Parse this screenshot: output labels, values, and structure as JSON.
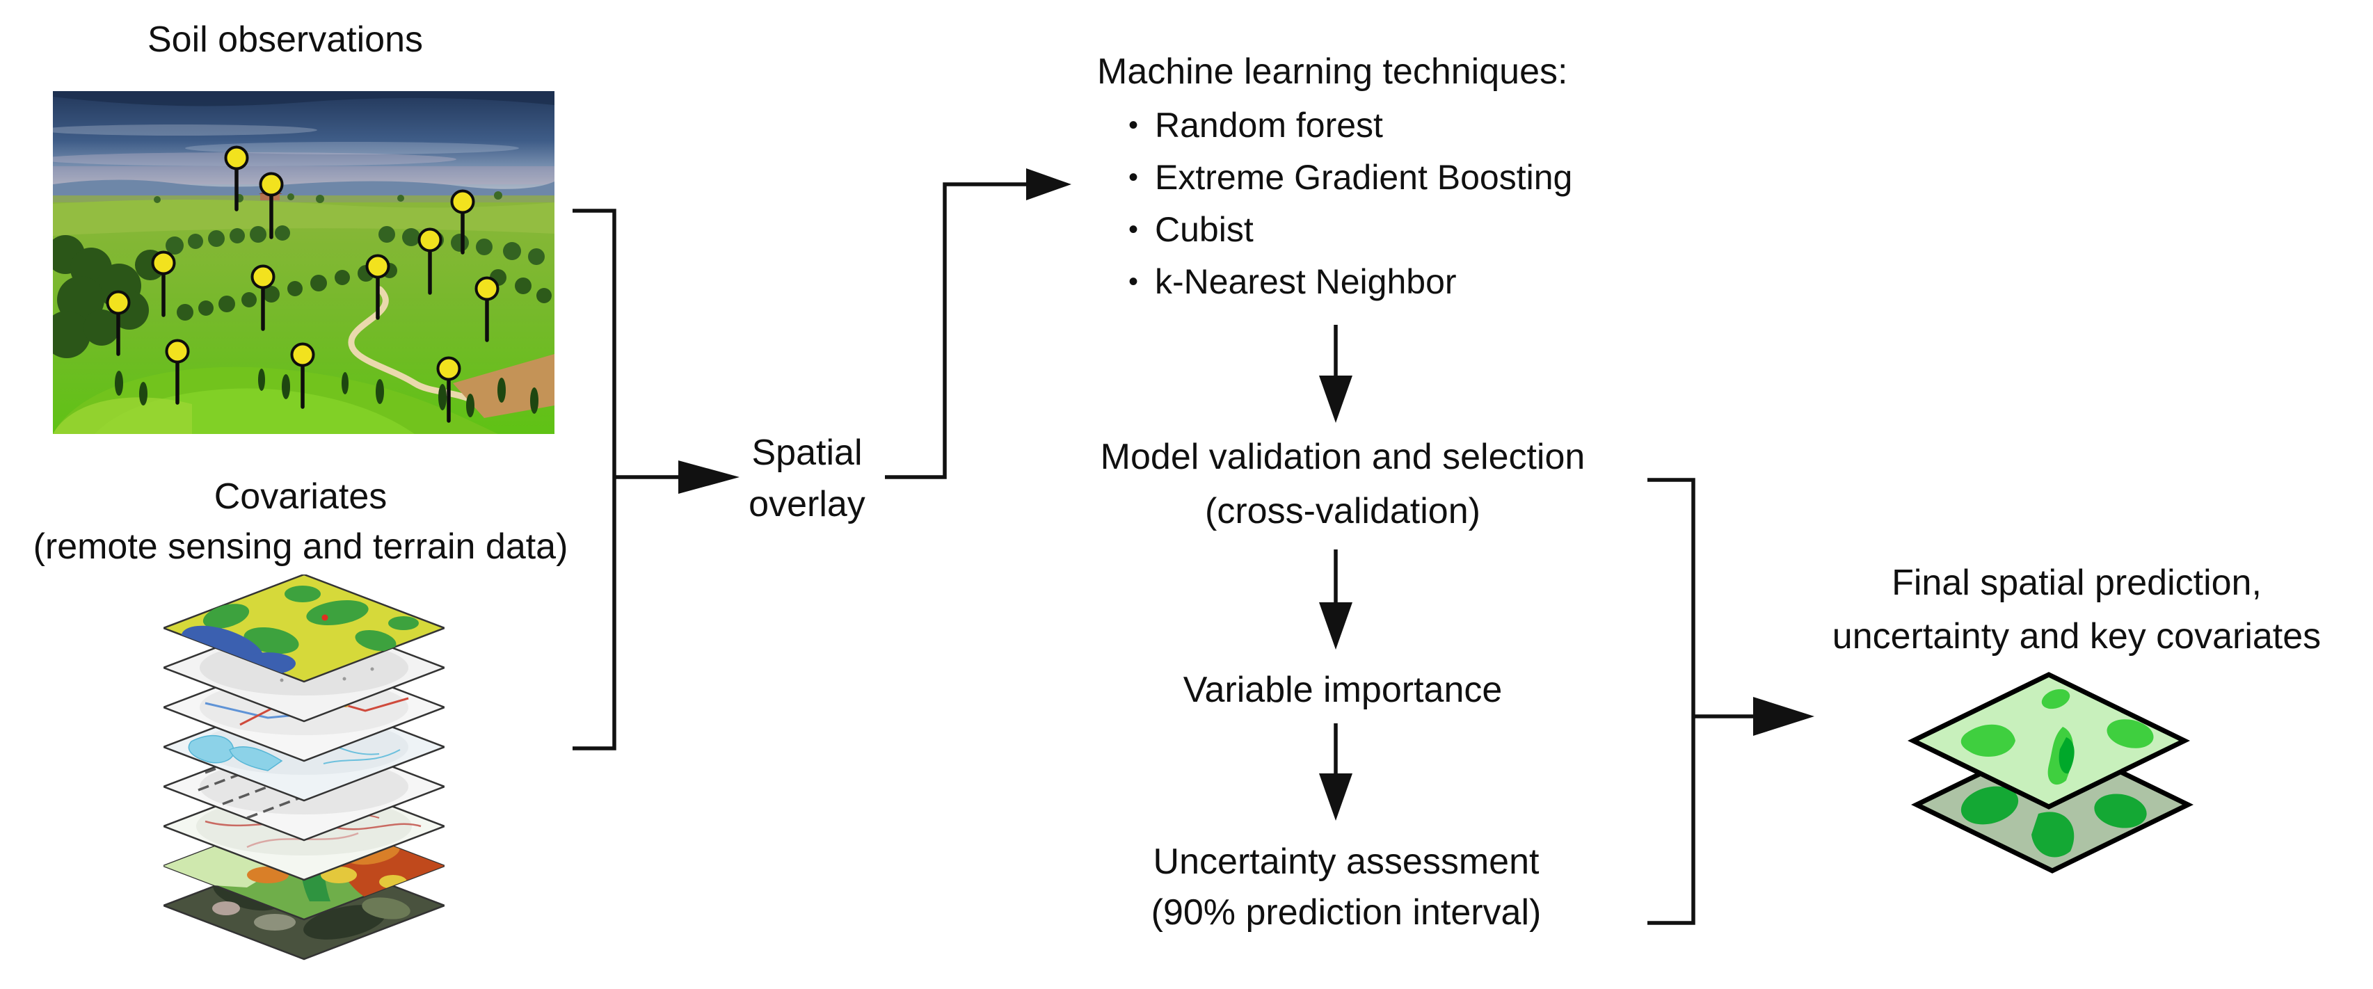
{
  "left": {
    "soil_title": "Soil observations",
    "covariates_line1": "Covariates",
    "covariates_line2": "(remote sensing and terrain data)",
    "pin_count": 12
  },
  "center": {
    "spatial_overlay_line1": "Spatial",
    "spatial_overlay_line2": "overlay",
    "ml_heading": "Machine learning techniques:",
    "ml_bullet": "•",
    "ml_items": [
      "Random forest",
      "Extreme Gradient Boosting",
      "Cubist",
      "k-Nearest Neighbor"
    ],
    "validation_line1": "Model validation and selection",
    "validation_line2": "(cross-validation)",
    "variable_importance": "Variable importance",
    "uncertainty_line1": "Uncertainty assessment",
    "uncertainty_line2": "(90% prediction interval)"
  },
  "right": {
    "final_line1": "Final spatial prediction,",
    "final_line2": "uncertainty and key covariates"
  },
  "colors": {
    "text": "#101010",
    "connector": "#111111",
    "pin_fill": "#f2e21e",
    "pin_stroke": "#0d0d0d",
    "prediction_top_base": "#c8f0bc",
    "prediction_top_blob": "#3fcf3f",
    "prediction_top_blob_dark": "#00a82a",
    "prediction_bottom_base": "#adc3a5",
    "prediction_bottom_blob": "#14a834"
  },
  "icons": {
    "soil_photo": "landscape-photo",
    "sample_pin": "map-pin",
    "covariate_stack": "map-layer-stack",
    "prediction_stack": "green-map-layer-pair",
    "arrows": "flow-arrow"
  }
}
